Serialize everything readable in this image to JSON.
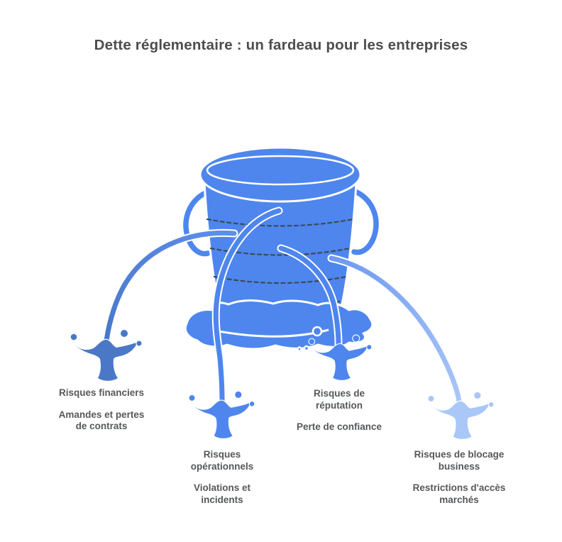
{
  "title": "Dette réglementaire : un fardeau pour les entreprises",
  "risks": [
    {
      "id": "financial",
      "heading": "Risques financiers",
      "desc": "Amandes et pertes\nde contrats"
    },
    {
      "id": "operational",
      "heading": "Risques\nopérationnels",
      "desc": "Violations et\nincidents"
    },
    {
      "id": "reputation",
      "heading": "Risques de\nréputation",
      "desc": "Perte de confiance"
    },
    {
      "id": "business",
      "heading": "Risques de blocage\nbusiness",
      "desc": "Restrictions d'accès\nmarchés"
    }
  ],
  "colors": {
    "background": "#ffffff",
    "title_text": "#4d4d4f",
    "label_text": "#55585a",
    "bucket_blue": "#4e86ee",
    "outline_white": "#ffffff",
    "dash_gray": "#3e4a58",
    "splash_dark_blue": "#4a78c7",
    "stream_dark_start": "#5f8eee",
    "splash_light_blue": "#a9c7f7",
    "stream_light_start": "#6f9af1"
  }
}
